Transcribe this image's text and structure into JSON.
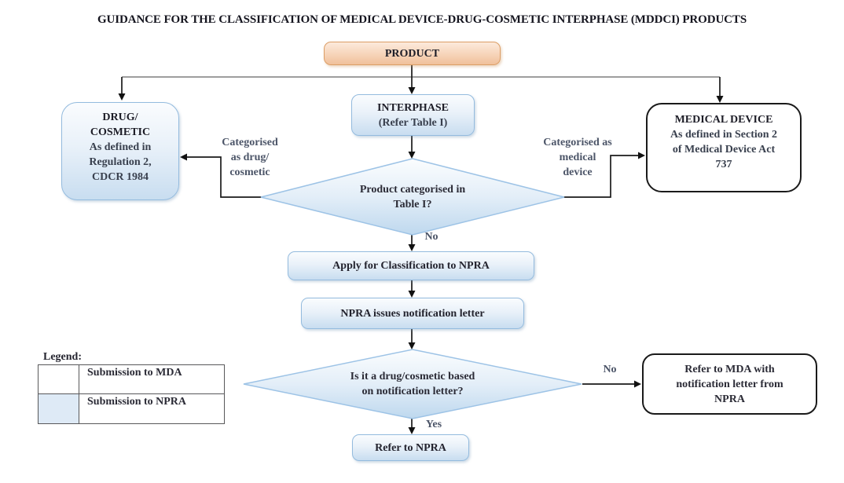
{
  "title": "GUIDANCE FOR THE CLASSIFICATION OF MEDICAL DEVICE-DRUG-COSMETIC INTERPHASE (MDDCI) PRODUCTS",
  "nodes": {
    "product": {
      "label": "PRODUCT"
    },
    "interphase": {
      "title": "INTERPHASE",
      "subtitle": "(Refer Table I)"
    },
    "drug_cosmetic": {
      "title": "DRUG/\nCOSMETIC",
      "body": "As defined in\nRegulation 2,\nCDCR 1984"
    },
    "medical_device": {
      "title": "MEDICAL DEVICE",
      "body": "As defined in Section 2\nof Medical Device Act\n737"
    },
    "decision_table1": {
      "label": "Product categorised in\nTable I?"
    },
    "apply_classification": {
      "label": "Apply for Classification to NPRA"
    },
    "npra_notification": {
      "label": "NPRA issues notification letter"
    },
    "decision_notification": {
      "label": "Is it a drug/cosmetic based\non notification letter?"
    },
    "refer_npra": {
      "label": "Refer to NPRA"
    },
    "refer_mda": {
      "label": "Refer to MDA with\nnotification letter from\nNPRA"
    }
  },
  "edge_labels": {
    "categorised_drug": "Categorised\nas drug/\ncosmetic",
    "categorised_medical": "Categorised as\nmedical\ndevice",
    "table1_no": "No",
    "notification_yes": "Yes",
    "notification_no": "No"
  },
  "legend": {
    "title": "Legend:",
    "rows": [
      {
        "swatch_color": "#FFFFFF",
        "label": "Submission to MDA"
      },
      {
        "swatch_color": "#DEEAF6",
        "label": "Submission to NPRA"
      }
    ]
  },
  "colors": {
    "product_fill_top": "#FCEADC",
    "product_fill_bottom": "#F0C09A",
    "product_border": "#DC9E66",
    "npra_fill_top": "#FAFCFE",
    "npra_fill_bottom": "#C8DDF0",
    "npra_border": "#94BBDE",
    "diamond_border": "#9DC3E6",
    "mda_border": "#1A1A1A",
    "connector_line": "#1A1A1A",
    "branch_line": "#7F7F7F"
  }
}
